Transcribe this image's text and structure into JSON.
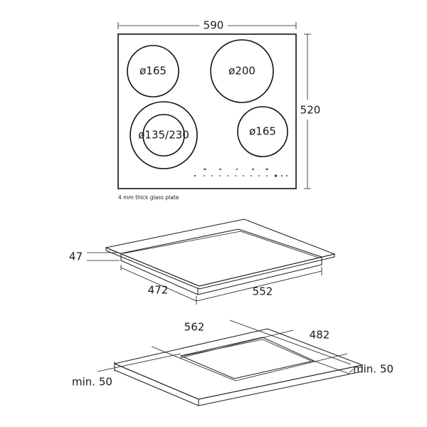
{
  "top_view": {
    "width_label": "590",
    "depth_label": "520",
    "zones": [
      {
        "label": "ø165"
      },
      {
        "label": "ø200"
      },
      {
        "label": "ø135/230"
      },
      {
        "label": "ø165"
      }
    ],
    "note": "4 mm thick glass plate"
  },
  "side_view": {
    "height_label": "47",
    "depth_label": "472",
    "width_label": "552"
  },
  "cutout_view": {
    "width_label": "562",
    "depth_label": "482",
    "clearance_left": "min. 50",
    "clearance_right": "min. 50"
  }
}
